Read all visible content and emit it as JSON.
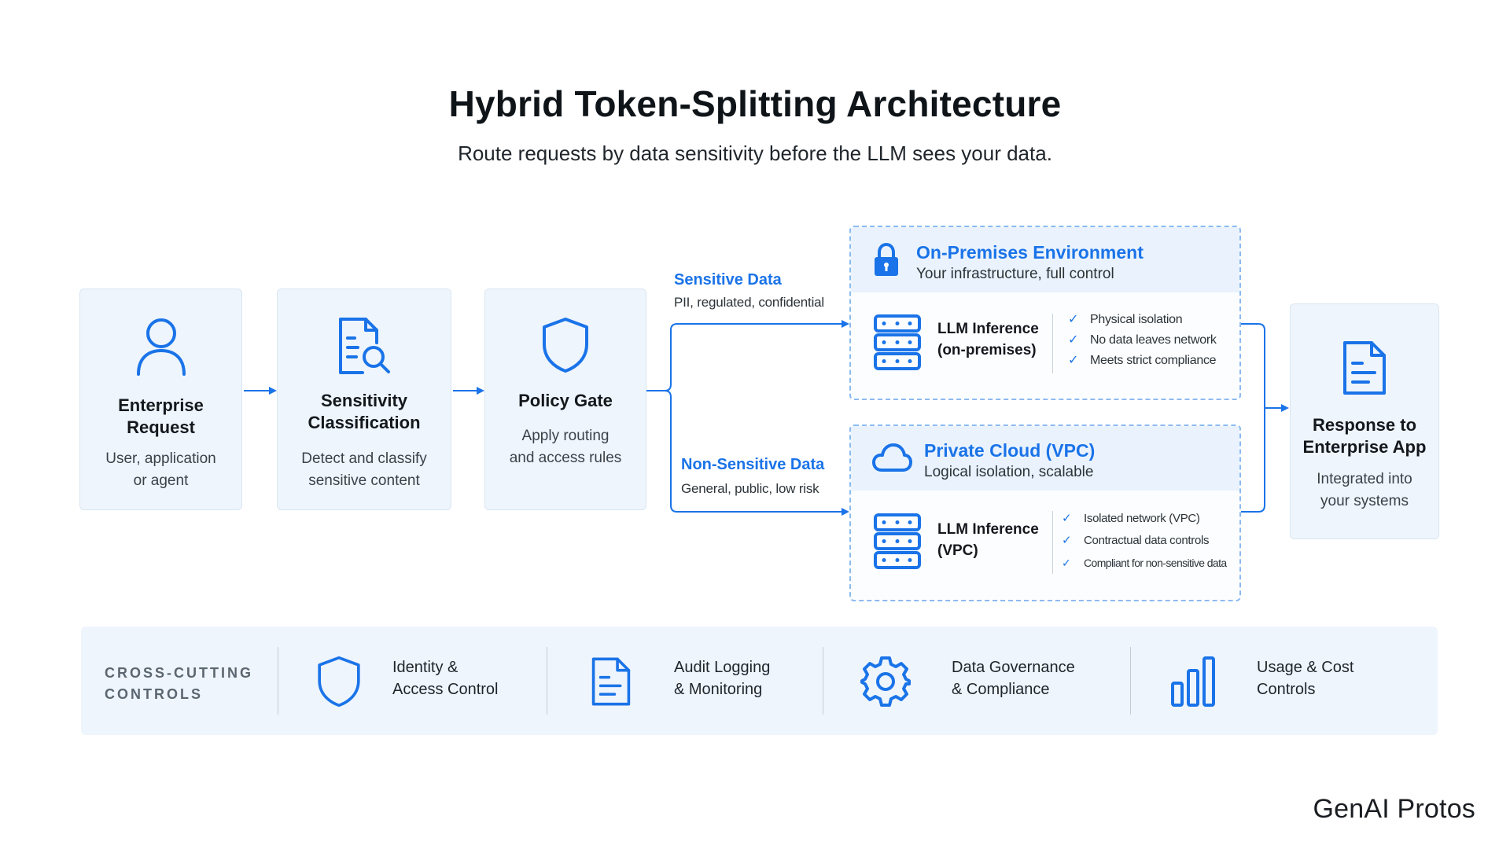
{
  "title": "Hybrid Token-Splitting Architecture",
  "subtitle": "Route requests by data sensitivity before the LLM sees your data.",
  "accent_color": "#1a73e8",
  "steps": [
    {
      "icon": "user-icon",
      "title_line1": "Enterprise",
      "title_line2": "Request",
      "desc_line1": "User, application",
      "desc_line2": "or agent"
    },
    {
      "icon": "document-search-icon",
      "title_line1": "Sensitivity",
      "title_line2": "Classification",
      "desc_line1": "Detect and classify",
      "desc_line2": "sensitive content"
    },
    {
      "icon": "shield-icon",
      "title_line1": "Policy Gate",
      "desc_line1": "Apply routing",
      "desc_line2": "and access rules"
    }
  ],
  "routes": {
    "sensitive": {
      "title": "Sensitive Data",
      "subtitle": "PII, regulated, confidential"
    },
    "non_sensitive": {
      "title": "Non-Sensitive Data",
      "subtitle": "General, public, low risk"
    }
  },
  "environments": {
    "on_prem": {
      "icon": "lock-icon",
      "title": "On-Premises Environment",
      "subtitle": "Your infrastructure, full control",
      "llm_line1": "LLM Inference",
      "llm_line2": "(on-premises)",
      "checks": [
        "Physical isolation",
        "No data leaves network",
        "Meets strict compliance"
      ]
    },
    "vpc": {
      "icon": "cloud-icon",
      "title": "Private Cloud (VPC)",
      "subtitle": "Logical isolation, scalable",
      "llm_line1": "LLM Inference",
      "llm_line2": "(VPC)",
      "checks": [
        "Isolated network (VPC)",
        "Contractual data controls",
        "Compliant for non-sensitive data"
      ]
    }
  },
  "response": {
    "icon": "document-icon",
    "title_line1": "Response to",
    "title_line2": "Enterprise App",
    "desc_line1": "Integrated into",
    "desc_line2": "your systems"
  },
  "cross_cutting": {
    "label_line1": "CROSS-CUTTING",
    "label_line2": "CONTROLS",
    "items": [
      {
        "icon": "shield-icon",
        "label": "Identity &\nAccess Control"
      },
      {
        "icon": "document-icon",
        "label": "Audit Logging\n& Monitoring"
      },
      {
        "icon": "gear-icon",
        "label": "Data Governance\n& Compliance"
      },
      {
        "icon": "bar-chart-icon",
        "label": "Usage & Cost\nControls"
      }
    ]
  },
  "brand": "GenAI Protos"
}
